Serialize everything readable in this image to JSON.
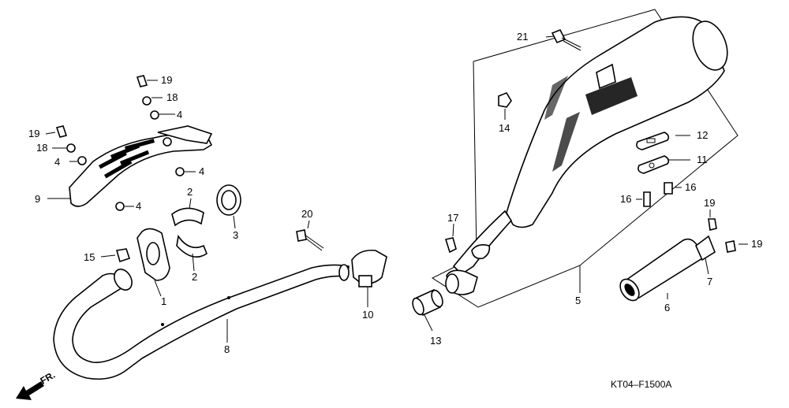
{
  "diagram": {
    "code": "KT04–F1500A",
    "front_label": "FR.",
    "callouts": {
      "c1": "1",
      "c2a": "2",
      "c2b": "2",
      "c3": "3",
      "c4a": "4",
      "c4b": "4",
      "c4c": "4",
      "c4d": "4",
      "c5": "5",
      "c6": "6",
      "c7": "7",
      "c8": "8",
      "c9": "9",
      "c10": "10",
      "c11": "11",
      "c12": "12",
      "c13": "13",
      "c14": "14",
      "c15": "15",
      "c16a": "16",
      "c16b": "16",
      "c17": "17",
      "c18a": "18",
      "c18b": "18",
      "c19a": "19",
      "c19b": "19",
      "c19c": "19",
      "c19d": "19",
      "c20": "20",
      "c21": "21"
    }
  }
}
